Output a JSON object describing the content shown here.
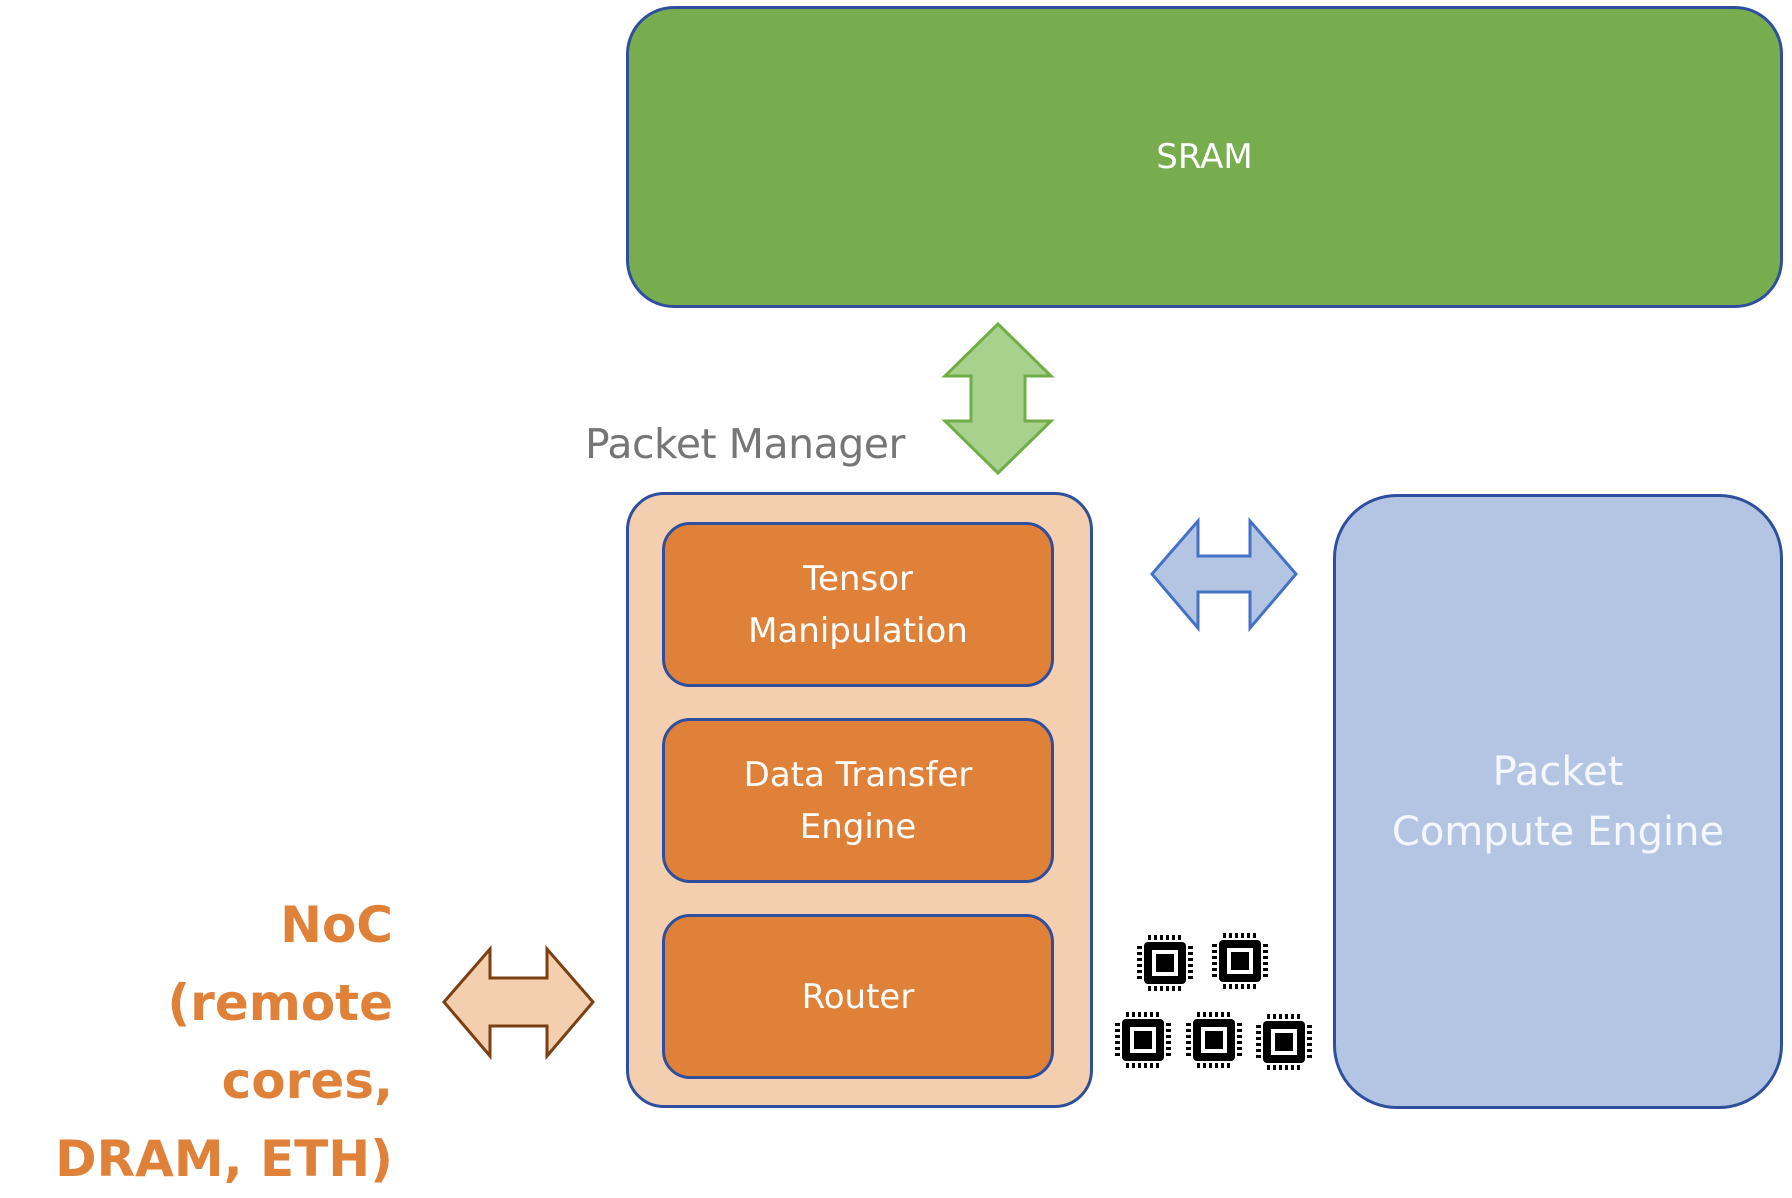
{
  "diagram": {
    "sram": {
      "label": "SRAM",
      "color": "#78ad4f"
    },
    "packet_manager": {
      "title": "Packet Manager",
      "color": "#f3cfb0",
      "blocks": [
        {
          "label": "Tensor\nManipulation",
          "color": "#e08139"
        },
        {
          "label": "Data Transfer\nEngine",
          "color": "#e08139"
        },
        {
          "label": "Router",
          "color": "#e08139"
        }
      ]
    },
    "packet_compute_engine": {
      "label": "Packet\nCompute Engine",
      "color": "#b4c5e4"
    },
    "noc": {
      "label": "NoC\n(remote cores,\nDRAM, ETH)",
      "color": "#e08139"
    },
    "connections": [
      {
        "from": "SRAM",
        "to": "Packet Manager",
        "type": "bidirectional-vertical",
        "color": "#a9d18e"
      },
      {
        "from": "Packet Manager",
        "to": "Packet Compute Engine",
        "type": "bidirectional-horizontal",
        "color": "#b4c5e4"
      },
      {
        "from": "NoC",
        "to": "Packet Manager",
        "type": "bidirectional-horizontal",
        "color": "#f3cfb0"
      }
    ],
    "core_icons": {
      "count": 5,
      "icon": "cpu-chip-icon"
    },
    "border_color": "#2f4f9e"
  }
}
